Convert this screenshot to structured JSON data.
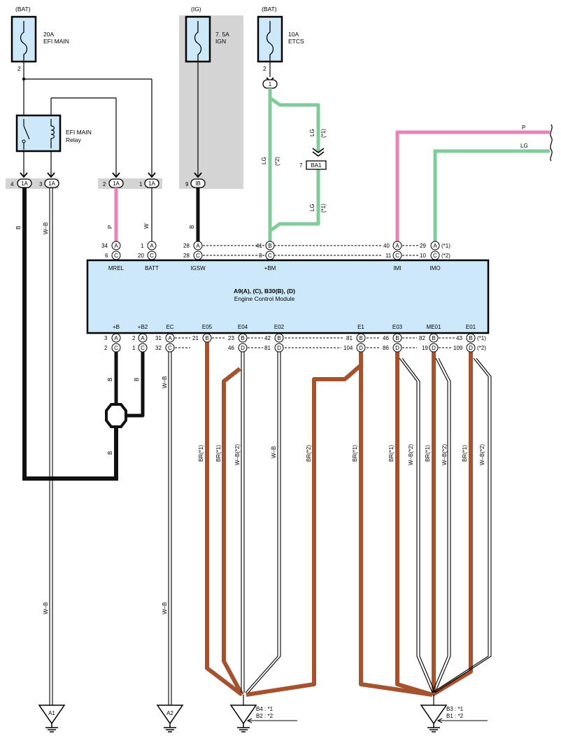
{
  "fuses": [
    {
      "source": "(BAT)",
      "rating": "20A",
      "name": "EFI MAIN",
      "pin": "2"
    },
    {
      "source": "(IG)",
      "rating": "7. 5A",
      "name": "IGN",
      "pin": ""
    },
    {
      "source": "(BAT)",
      "rating": "10A",
      "name": "ETCS",
      "pin": "2"
    }
  ],
  "relay": {
    "name": "EFI MAIN",
    "sub": "Relay"
  },
  "junction": {
    "label": "1"
  },
  "ba1": {
    "pin": "7",
    "label": "BA1"
  },
  "connectors_top": [
    {
      "pin": "4",
      "id": "1A"
    },
    {
      "pin": "3",
      "id": "1A"
    },
    {
      "pin": "2",
      "id": "1A"
    },
    {
      "pin": "1",
      "id": "1A"
    },
    {
      "pin": "9",
      "id": "IB"
    }
  ],
  "wire_colors": {
    "b": "B",
    "wb": "W–B",
    "p": "P",
    "w": "W",
    "lg": "LG",
    "br": "BR",
    "pink": "#e882b8",
    "green": "#7fcc9a",
    "brown": "#a5522f",
    "black": "#111111",
    "ecm_fill": "#cde9f9",
    "ig_shade": "#d4d4d4"
  },
  "wire_notes": {
    "s1": "(*1)",
    "s2": "(*2)",
    "br1": "BR(*1)",
    "br2": "BR(*2)",
    "wb2": "W–B(*2)"
  },
  "ecm": {
    "title": "A9(A), (C), B30(B), (D)",
    "subtitle": "Engine Control Module"
  },
  "top_pins": [
    {
      "label": "MREL",
      "pinA": "34",
      "connA": "A",
      "pinC": "6",
      "connC": "C"
    },
    {
      "label": "BATT",
      "pinA": "1",
      "connA": "A",
      "pinC": "20",
      "connC": "C"
    },
    {
      "label": "IGSW",
      "pinA": "28",
      "connA": "A",
      "pinC": "28",
      "connC": "C"
    },
    {
      "label": "+BM",
      "pinA": "41",
      "connA": "B",
      "pinC": "3",
      "connC": "C"
    },
    {
      "label": "IMI",
      "pinA": "40",
      "connA": "A",
      "pinC": "11",
      "connC": "C"
    },
    {
      "label": "IMO",
      "pinA": "29",
      "connA": "A",
      "pinC": "10",
      "connC": "C",
      "noteA": "(*1)",
      "noteC": "(*2)"
    }
  ],
  "bottom_pins": [
    {
      "label": "+B",
      "pin1": "3",
      "conn1": "A",
      "pin2": "2",
      "conn2": "C"
    },
    {
      "label": "+B2",
      "pin1": "2",
      "conn1": "A",
      "pin2": "1",
      "conn2": "C"
    },
    {
      "label": "EC",
      "pin1": "31",
      "conn1": "A",
      "pin2": "32",
      "conn2": "C"
    },
    {
      "label": "E05",
      "pin1": "21",
      "conn1": "B",
      "pin2": "",
      "conn2": ""
    },
    {
      "label": "E04",
      "pin1": "23",
      "conn1": "B",
      "pin2": "46",
      "conn2": "D"
    },
    {
      "label": "E02",
      "pin1": "42",
      "conn1": "B",
      "pin2": "81",
      "conn2": "D"
    },
    {
      "label": "E1",
      "pin1": "81",
      "conn1": "B",
      "pin2": "104",
      "conn2": "D"
    },
    {
      "label": "E03",
      "pin1": "46",
      "conn1": "B",
      "pin2": "86",
      "conn2": "D"
    },
    {
      "label": "ME01",
      "pin1": "82",
      "conn1": "B",
      "pin2": "19",
      "conn2": "D"
    },
    {
      "label": "E01",
      "pin1": "43",
      "conn1": "B",
      "pin2": "109",
      "conn2": "D",
      "note1": "(*1)",
      "note2": "(*2)"
    }
  ],
  "grounds": [
    {
      "label": "A1"
    },
    {
      "label": "A2"
    },
    {
      "label": "",
      "note1": "B4 : *1",
      "note2": "B2 : *2"
    },
    {
      "label": "",
      "note1": "B3 : *1",
      "note2": "B1 : *2"
    }
  ]
}
